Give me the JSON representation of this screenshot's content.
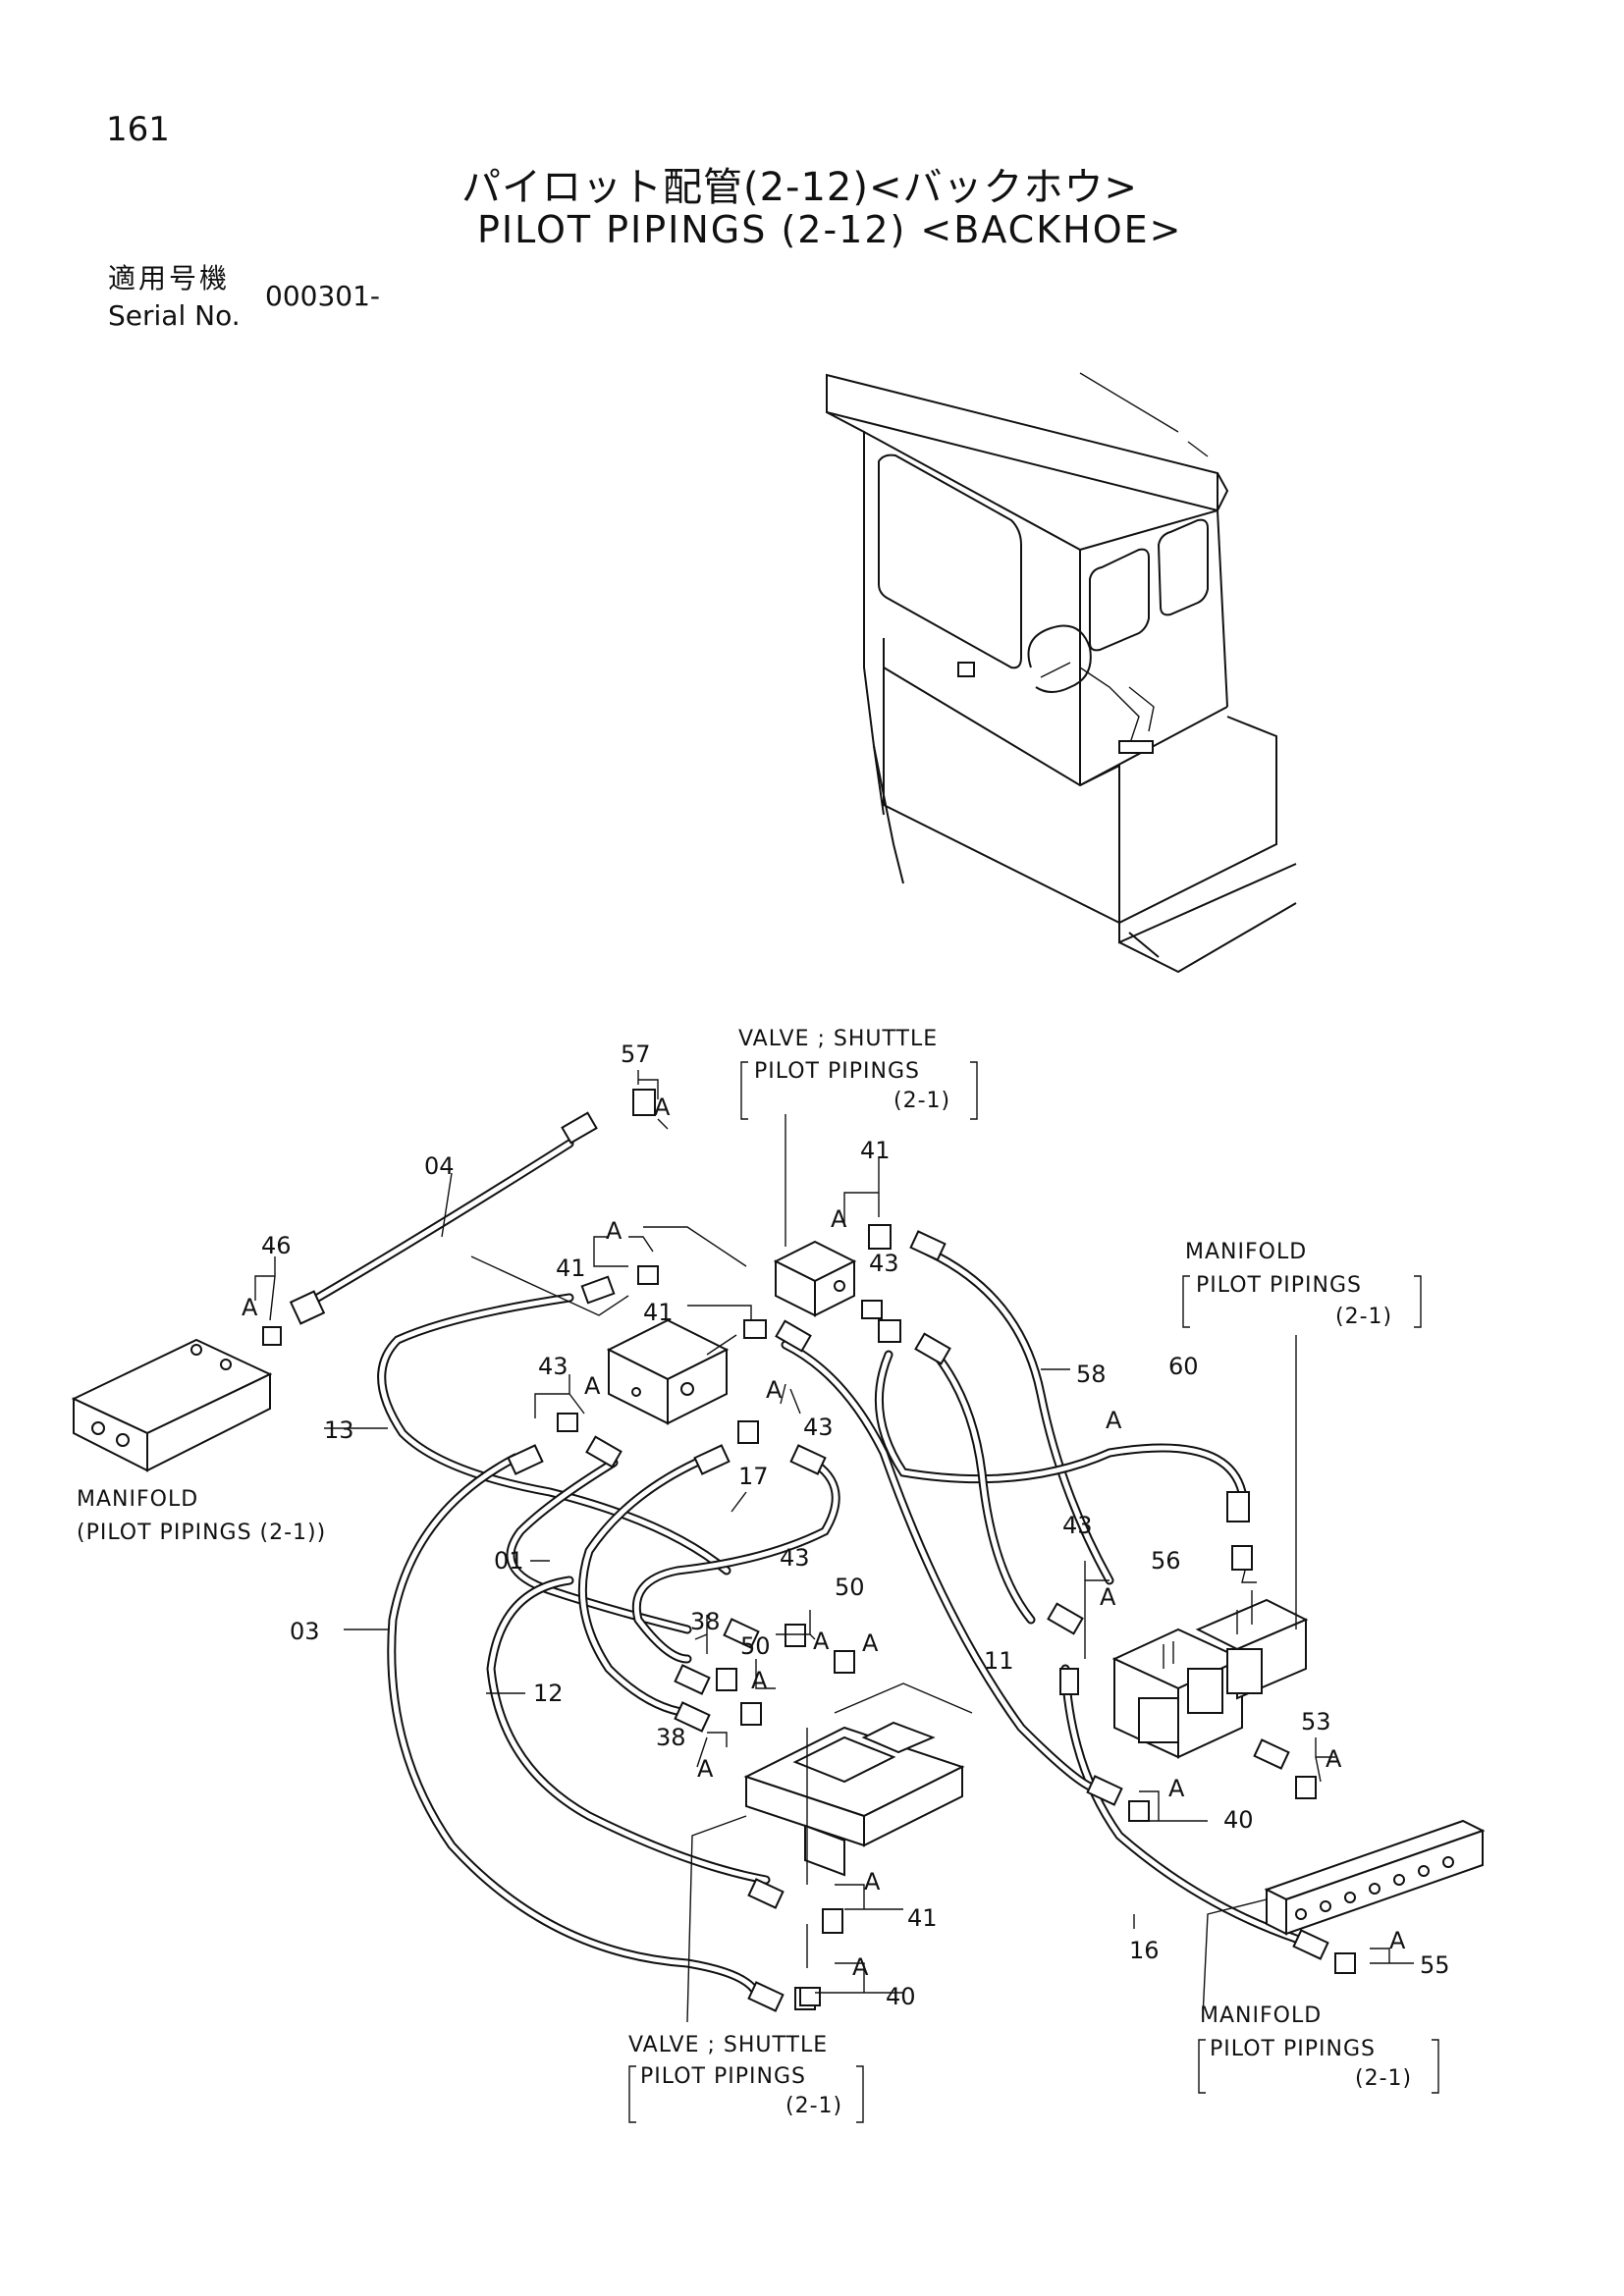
{
  "header": {
    "page_number": "161",
    "title_jp": "パイロット配管(2-12)<バックホウ>",
    "title_en": "PILOT PIPINGS (2-12) <BACKHOE>",
    "serial_label_jp": "適用号機",
    "serial_label_en": "Serial No.",
    "serial_value": "000301-"
  },
  "labels": {
    "valve_shuttle_top": {
      "line1": "VALVE ; SHUTTLE",
      "line2": "PILOT PIPINGS",
      "line3": "(2-1)"
    },
    "manifold_right": {
      "line1": "MANIFOLD",
      "line2": "PILOT PIPINGS",
      "line3": "(2-1)"
    },
    "manifold_left": {
      "line1": "MANIFOLD",
      "line2": "(PILOT PIPINGS (2-1))"
    },
    "valve_shuttle_bottom": {
      "line1": "VALVE ; SHUTTLE",
      "line2": "PILOT PIPINGS",
      "line3": "(2-1)"
    },
    "manifold_bottom": {
      "line1": "MANIFOLD",
      "line2": "PILOT PIPINGS",
      "line3": "(2-1)"
    }
  },
  "part_numbers": {
    "p57": "57",
    "p04": "04",
    "p46": "46",
    "p41_top": "41",
    "p43_top": "43",
    "p41_a": "41",
    "p41_b": "41",
    "p43_a": "43",
    "p43_b": "43",
    "p58": "58",
    "p60": "60",
    "p13": "13",
    "p17": "17",
    "p01": "01",
    "p03": "03",
    "p12": "12",
    "p38_a": "38",
    "p38_b": "38",
    "p43_c": "43",
    "p50_a": "50",
    "p50_b": "50",
    "p11": "11",
    "p43_d": "43",
    "p56": "56",
    "p53": "53",
    "p40_a": "40",
    "p41_c": "41",
    "p40_b": "40",
    "p16": "16",
    "p55": "55"
  },
  "detail_mark": "A"
}
